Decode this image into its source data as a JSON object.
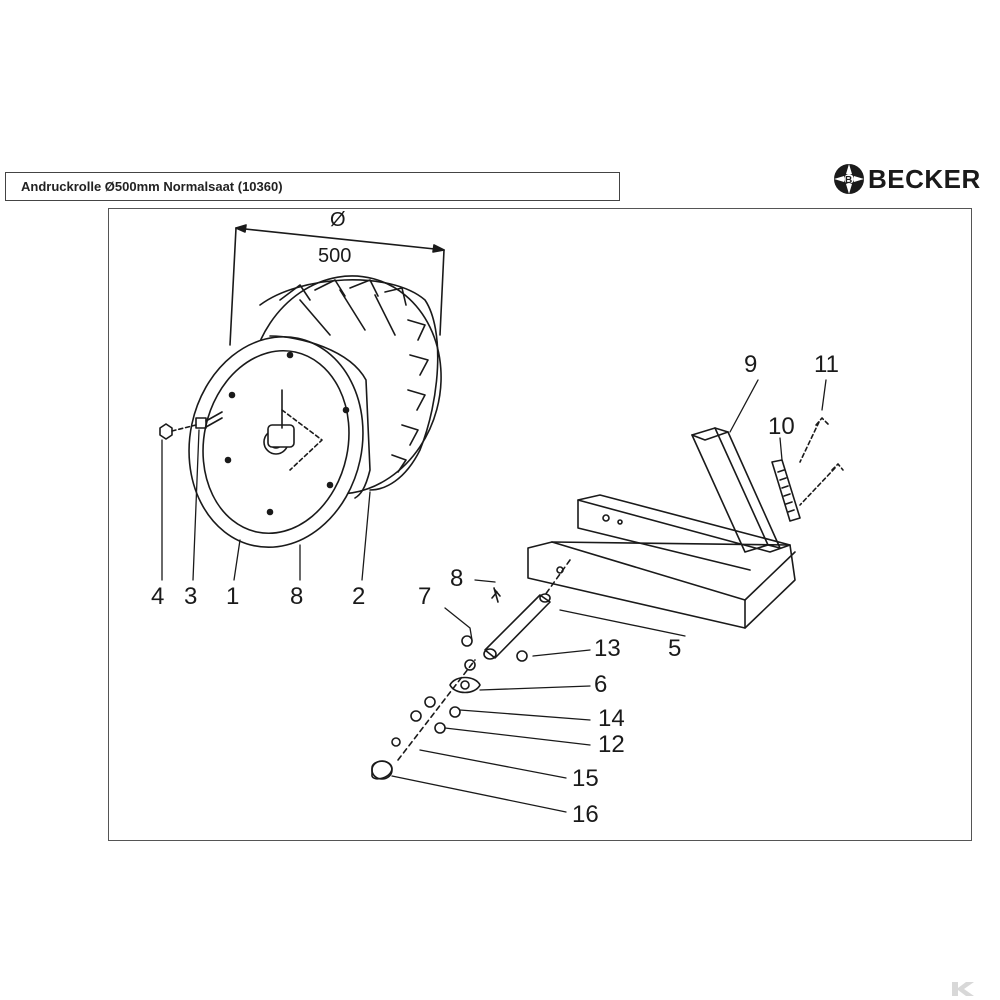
{
  "header": {
    "title": "Andruckrolle Ø500mm  Normalsaat (10360)",
    "brand": "BECKER"
  },
  "dimension": {
    "symbol": "Ø",
    "value": "500"
  },
  "parts": {
    "p1": "1",
    "p2": "2",
    "p3": "3",
    "p4": "4",
    "p5": "5",
    "p6": "6",
    "p7": "7",
    "p8a": "8",
    "p8b": "8",
    "p9": "9",
    "p10": "10",
    "p11": "11",
    "p12": "12",
    "p13": "13",
    "p14": "14",
    "p15": "15",
    "p16": "16"
  },
  "icons": {
    "brand_logo": "becker-wheel-logo",
    "corner_mark": "k-logo"
  }
}
